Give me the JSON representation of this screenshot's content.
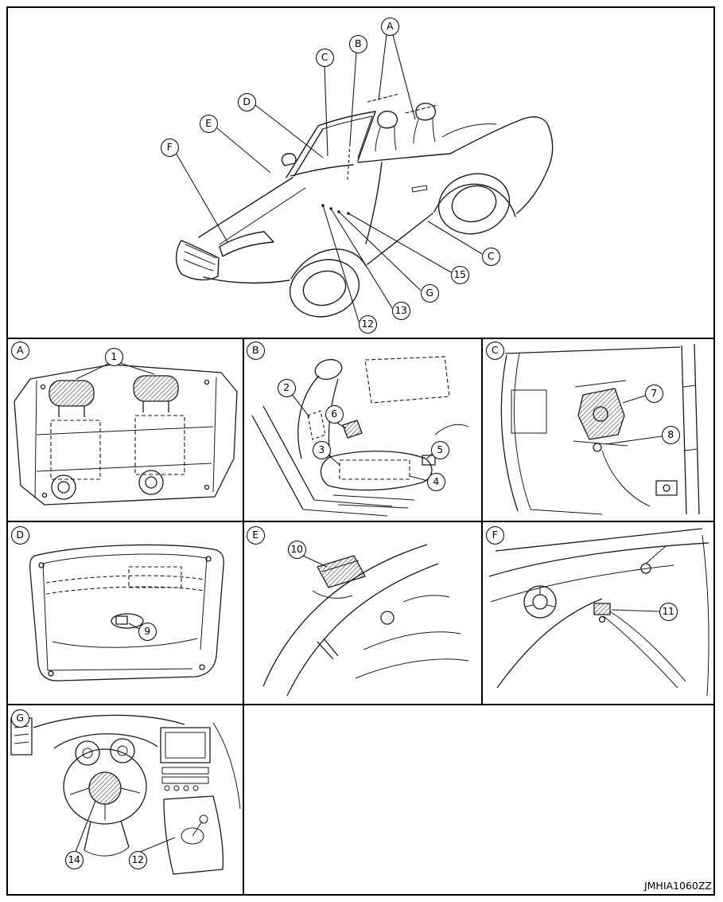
{
  "figure": {
    "code": "JMHIA1060ZZ"
  },
  "overview": {
    "callouts": [
      {
        "label": "A"
      },
      {
        "label": "B"
      },
      {
        "label": "C"
      },
      {
        "label": "D"
      },
      {
        "label": "E"
      },
      {
        "label": "F"
      },
      {
        "label": "C"
      },
      {
        "label": "15"
      },
      {
        "label": "G"
      },
      {
        "label": "13"
      },
      {
        "label": "12"
      }
    ]
  },
  "panels": [
    {
      "label": "A",
      "callouts": [
        {
          "label": "1"
        }
      ]
    },
    {
      "label": "B",
      "callouts": [
        {
          "label": "2"
        },
        {
          "label": "6"
        },
        {
          "label": "3"
        },
        {
          "label": "5"
        },
        {
          "label": "4"
        }
      ]
    },
    {
      "label": "C",
      "callouts": [
        {
          "label": "7"
        },
        {
          "label": "8"
        }
      ]
    },
    {
      "label": "D",
      "callouts": [
        {
          "label": "9"
        }
      ]
    },
    {
      "label": "E",
      "callouts": [
        {
          "label": "10"
        }
      ]
    },
    {
      "label": "F",
      "callouts": [
        {
          "label": "11"
        }
      ]
    },
    {
      "label": "G",
      "callouts": [
        {
          "label": "14"
        },
        {
          "label": "12"
        }
      ]
    }
  ]
}
